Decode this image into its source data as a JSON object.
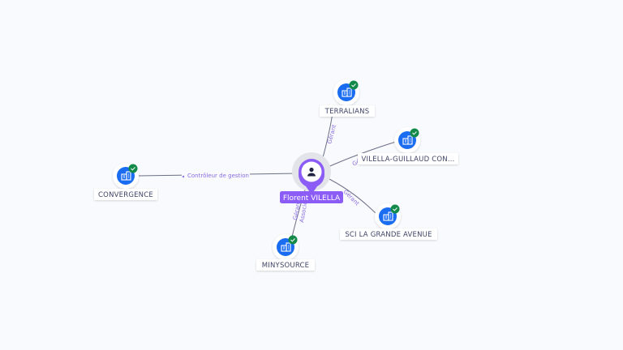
{
  "center": {
    "name": "Florent VILELLA",
    "icon": "person-icon"
  },
  "companies": [
    {
      "name": "TERRALIANS",
      "relations": [
        "Gérant"
      ],
      "verified": true
    },
    {
      "name": "VILELLA-GUILLAUD CON...",
      "relations": [
        "Gérant"
      ],
      "verified": true
    },
    {
      "name": "CONVERGENCE",
      "relations": [
        "Contrôleur de gestion"
      ],
      "verified": true
    },
    {
      "name": "SCI LA GRANDE AVENUE",
      "relations": [
        "Gérant"
      ],
      "verified": true
    },
    {
      "name": "MINYSOURCE",
      "relations": [
        "Gérant",
        "Associé"
      ],
      "verified": true
    }
  ],
  "colors": {
    "accent": "#8b5cf6",
    "company": "#1a6cf0",
    "verified": "#138a4a",
    "background": "#f8fafd"
  }
}
